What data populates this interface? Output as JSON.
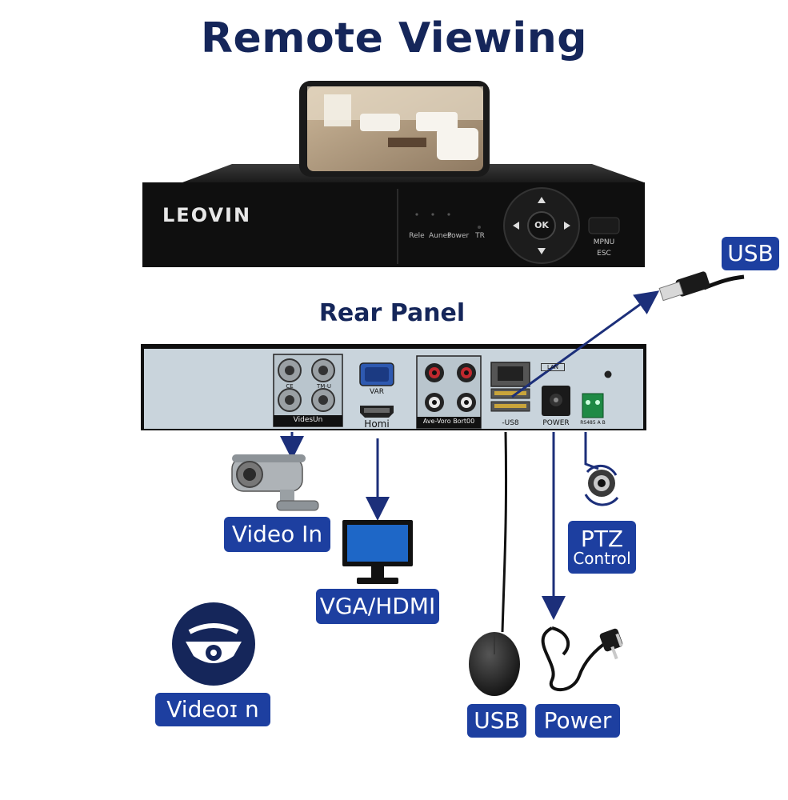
{
  "title": "Remote Viewing",
  "rear_panel_title": "Rear Panel",
  "dvr_front": {
    "brand": "LEOVIN",
    "indicators": [
      "Rele",
      "Aunes",
      "Power",
      "TR"
    ],
    "ok_label": "OK",
    "menu_label_1": "MPNU",
    "menu_label_2": "ESC"
  },
  "rear_ports": {
    "bnc_top_labels": [
      "CE",
      "TM-U"
    ],
    "bnc_group_label": "VidesUn",
    "vga_label": "VAR",
    "hdmi_label": "Homi",
    "audio_label": "Ave-Voro Bort00",
    "lan_label": "LAN",
    "usb_label": "-US8",
    "power_label": "POWER",
    "ptz_label": "RS485 A B"
  },
  "badges": {
    "usb_top": "USB",
    "video_in": "Video In",
    "vga_hdmi": "VGA/HDMI",
    "ptz_line1": "PTZ",
    "ptz_line2": "Control",
    "video_in_2": "Videoɪ n",
    "usb_bottom": "USB",
    "power": "Power"
  },
  "colors": {
    "navy": "#15265a",
    "badge_blue": "#1d3fa0",
    "arrow_blue": "#1c2f7a",
    "panel_steel": "#c9d4dc",
    "dvr_black": "#111111"
  },
  "icons": [
    "phone-icon",
    "bullet-camera-icon",
    "monitor-icon",
    "ptz-camera-icon",
    "dome-camera-icon",
    "mouse-icon",
    "power-cord-icon",
    "usb-plug-icon"
  ]
}
